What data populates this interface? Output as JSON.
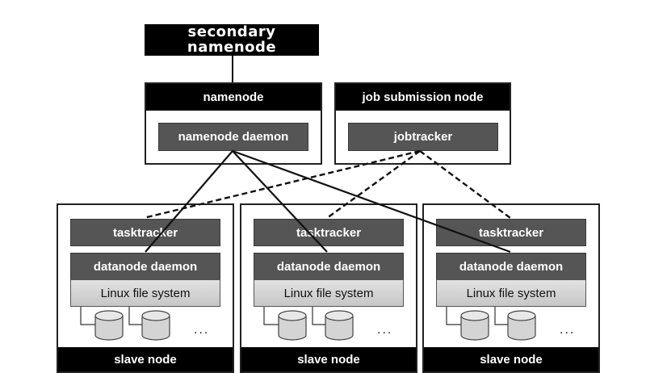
{
  "diagram": {
    "secondary_namenode": {
      "label": "secondary namenode"
    },
    "namenode": {
      "title": "namenode",
      "daemon": "namenode daemon"
    },
    "job_submission_node": {
      "title": "job submission node",
      "daemon": "jobtracker"
    },
    "slave_nodes": [
      {
        "title": "slave node",
        "tasktracker": "tasktracker",
        "datanode": "datanode daemon",
        "filesystem": "Linux file system",
        "ellipsis": "..."
      },
      {
        "title": "slave node",
        "tasktracker": "tasktracker",
        "datanode": "datanode daemon",
        "filesystem": "Linux file system",
        "ellipsis": "..."
      },
      {
        "title": "slave node",
        "tasktracker": "tasktracker",
        "datanode": "datanode daemon",
        "filesystem": "Linux file system",
        "ellipsis": "..."
      }
    ],
    "connections": {
      "solid": "namenode daemon to each datanode daemon",
      "dashed": "jobtracker to each tasktracker"
    }
  }
}
